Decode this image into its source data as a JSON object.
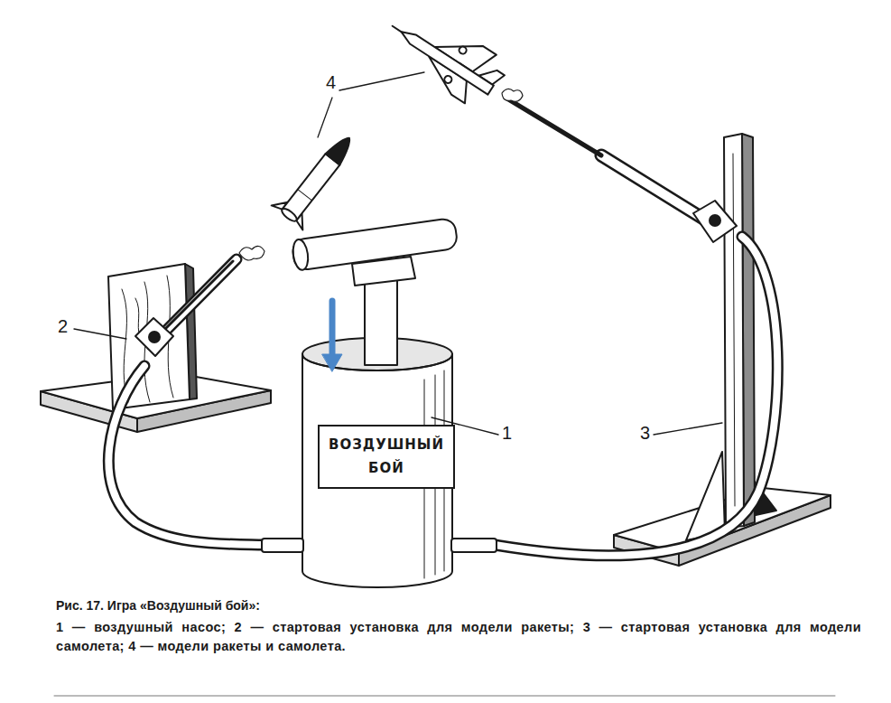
{
  "diagram": {
    "title": "Рис. 17. Игра «Воздушный бой»:",
    "caption": "1 — воздушный насос; 2 — стартовая установка для модели ракеты; 3 — стартовая установка для модели самолета; 4 — модели ракеты и самолета.",
    "nodes": [
      {
        "text": [
          "ВОЗДУШНЫЙ БОЙ"
        ]
      }
    ],
    "edges": [],
    "labels": [
      "1",
      "2",
      "3",
      "4"
    ]
  }
}
